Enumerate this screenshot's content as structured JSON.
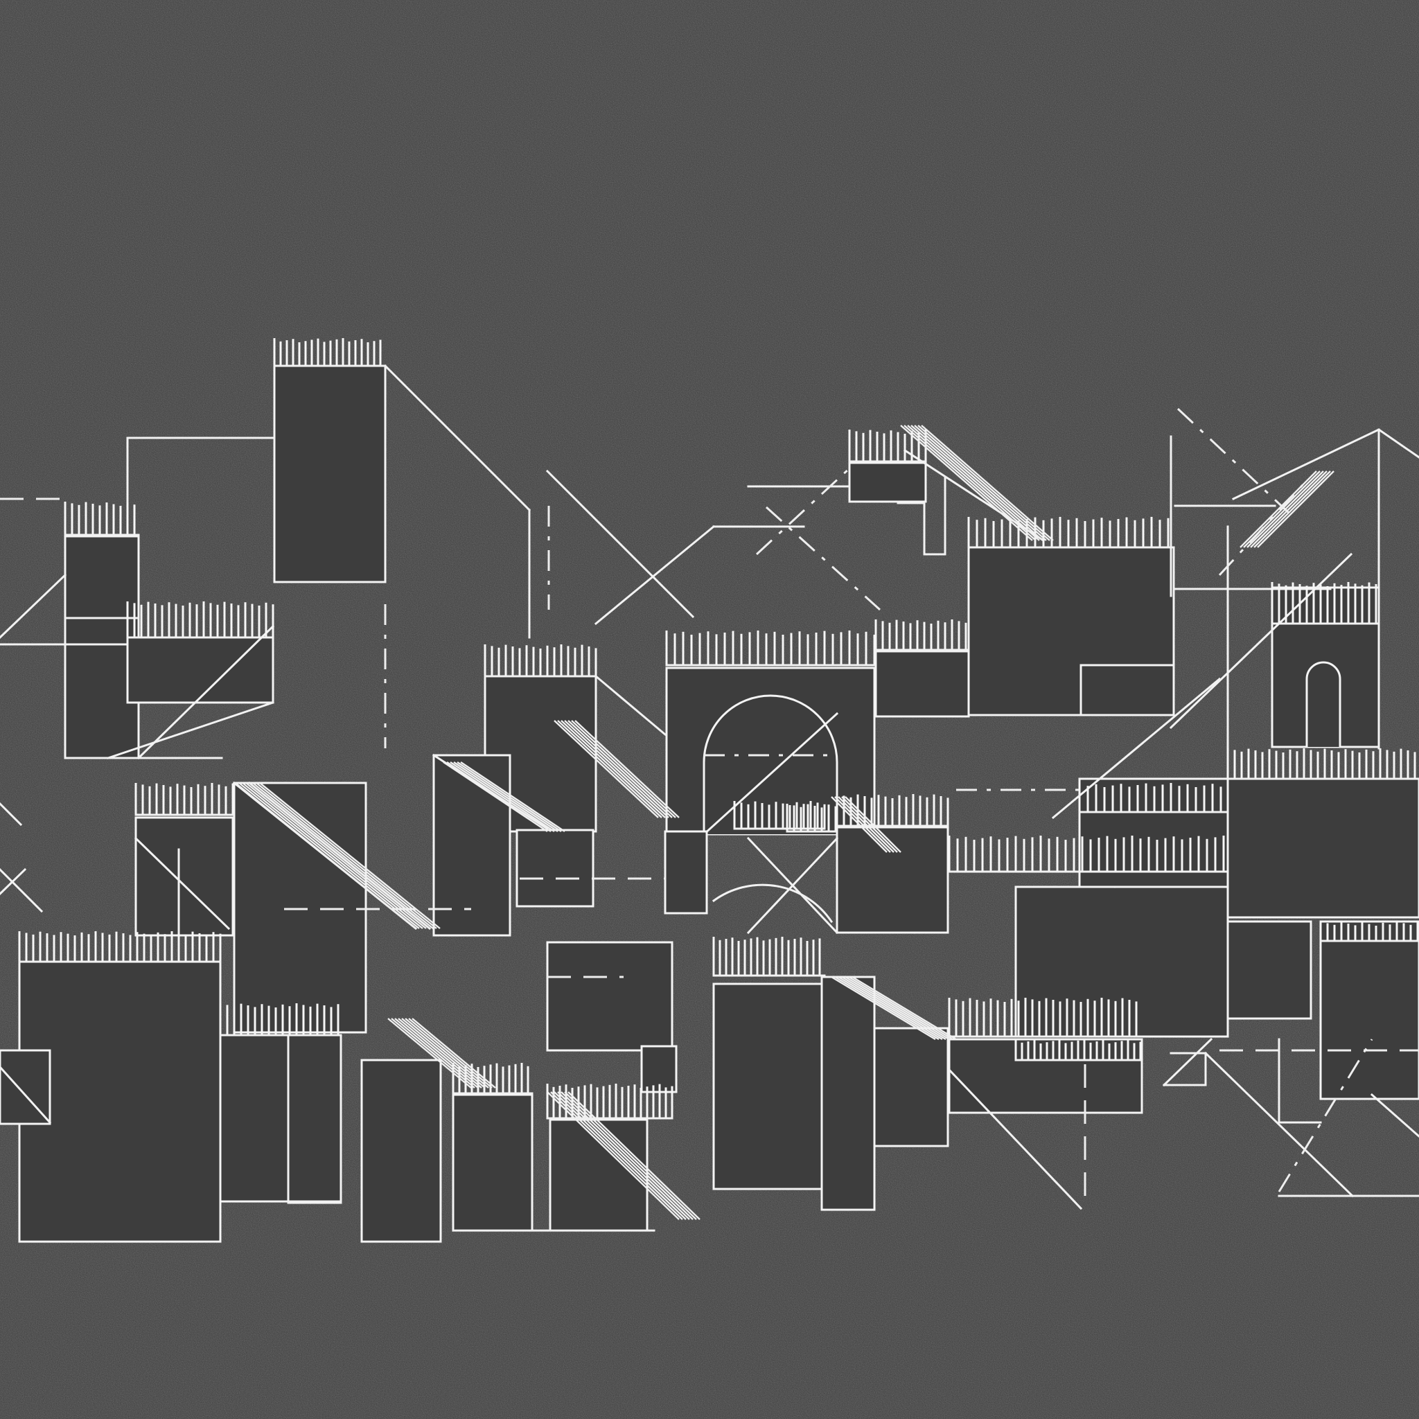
{
  "canvas": {
    "background": "#3d3d3d",
    "ink": "#f2f2f2"
  },
  "artwork": {
    "style": "white line drawing of an abstract isometric architectural cluster on a dark grey noisy background",
    "motifs": [
      "rectangular-blocks",
      "hatched-rooftops",
      "arched-doorways",
      "diagonal-stairs",
      "dash-dot-construction-lines",
      "triangular-gables"
    ]
  }
}
